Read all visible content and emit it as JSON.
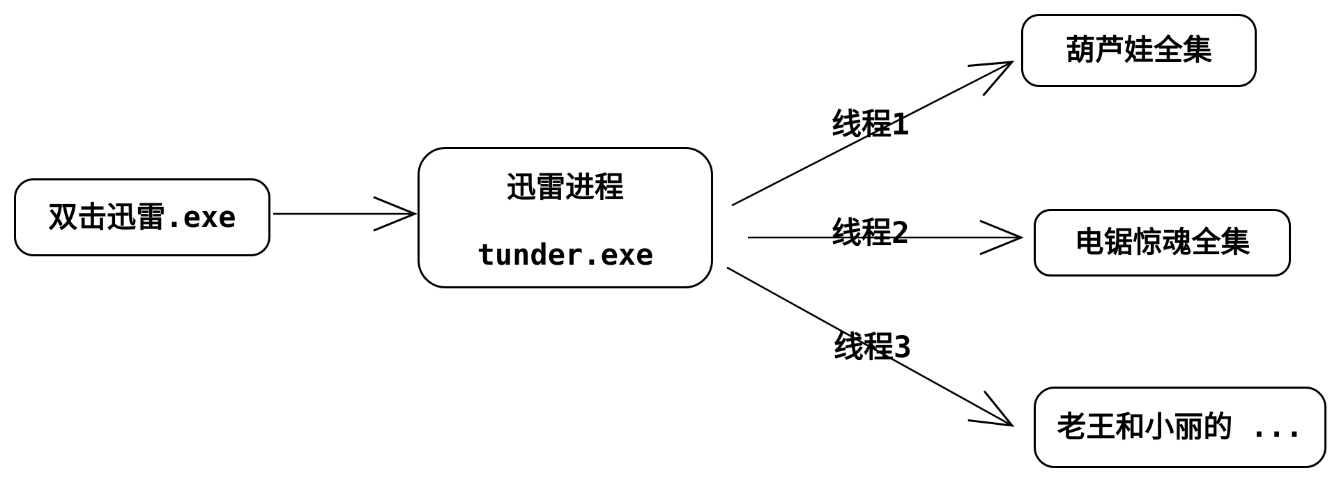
{
  "diagram": {
    "nodes": {
      "launcher": {
        "label": "双击迅雷.exe"
      },
      "process": {
        "line1": "迅雷进程",
        "line2": "tunder.exe"
      },
      "result1": {
        "label": "葫芦娃全集"
      },
      "result2": {
        "label": "电锯惊魂全集"
      },
      "result3": {
        "label": "老王和小丽的 ..."
      }
    },
    "edges": {
      "launch": {
        "label": ""
      },
      "thread1": {
        "label": "线程1"
      },
      "thread2": {
        "label": "线程2"
      },
      "thread3": {
        "label": "线程3"
      }
    },
    "colors": {
      "stroke": "#000000",
      "background": "#ffffff"
    }
  }
}
